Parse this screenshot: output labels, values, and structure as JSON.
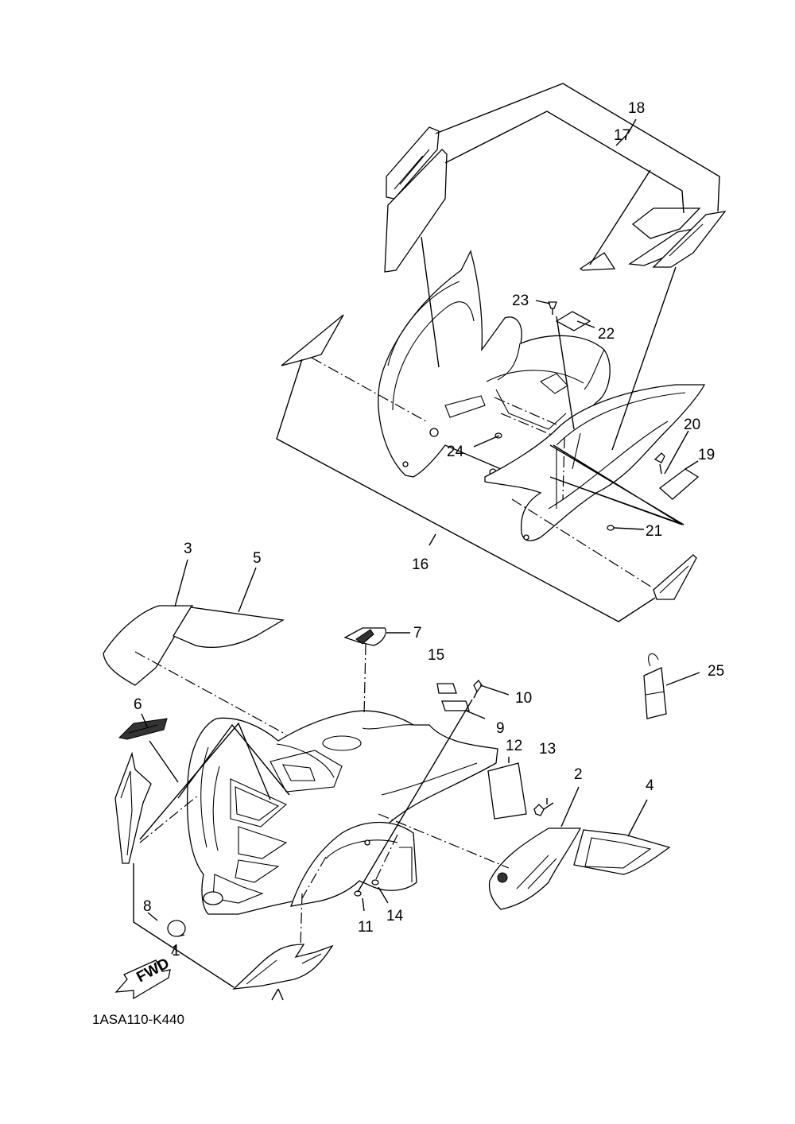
{
  "diagram": {
    "callouts": [
      "1",
      "2",
      "3",
      "4",
      "5",
      "6",
      "7",
      "8",
      "9",
      "10",
      "11",
      "12",
      "13",
      "14",
      "15",
      "16",
      "17",
      "18",
      "19",
      "20",
      "21",
      "22",
      "23",
      "24",
      "25"
    ],
    "fwd_label": "FWD",
    "code": "1ASA110-K440"
  }
}
